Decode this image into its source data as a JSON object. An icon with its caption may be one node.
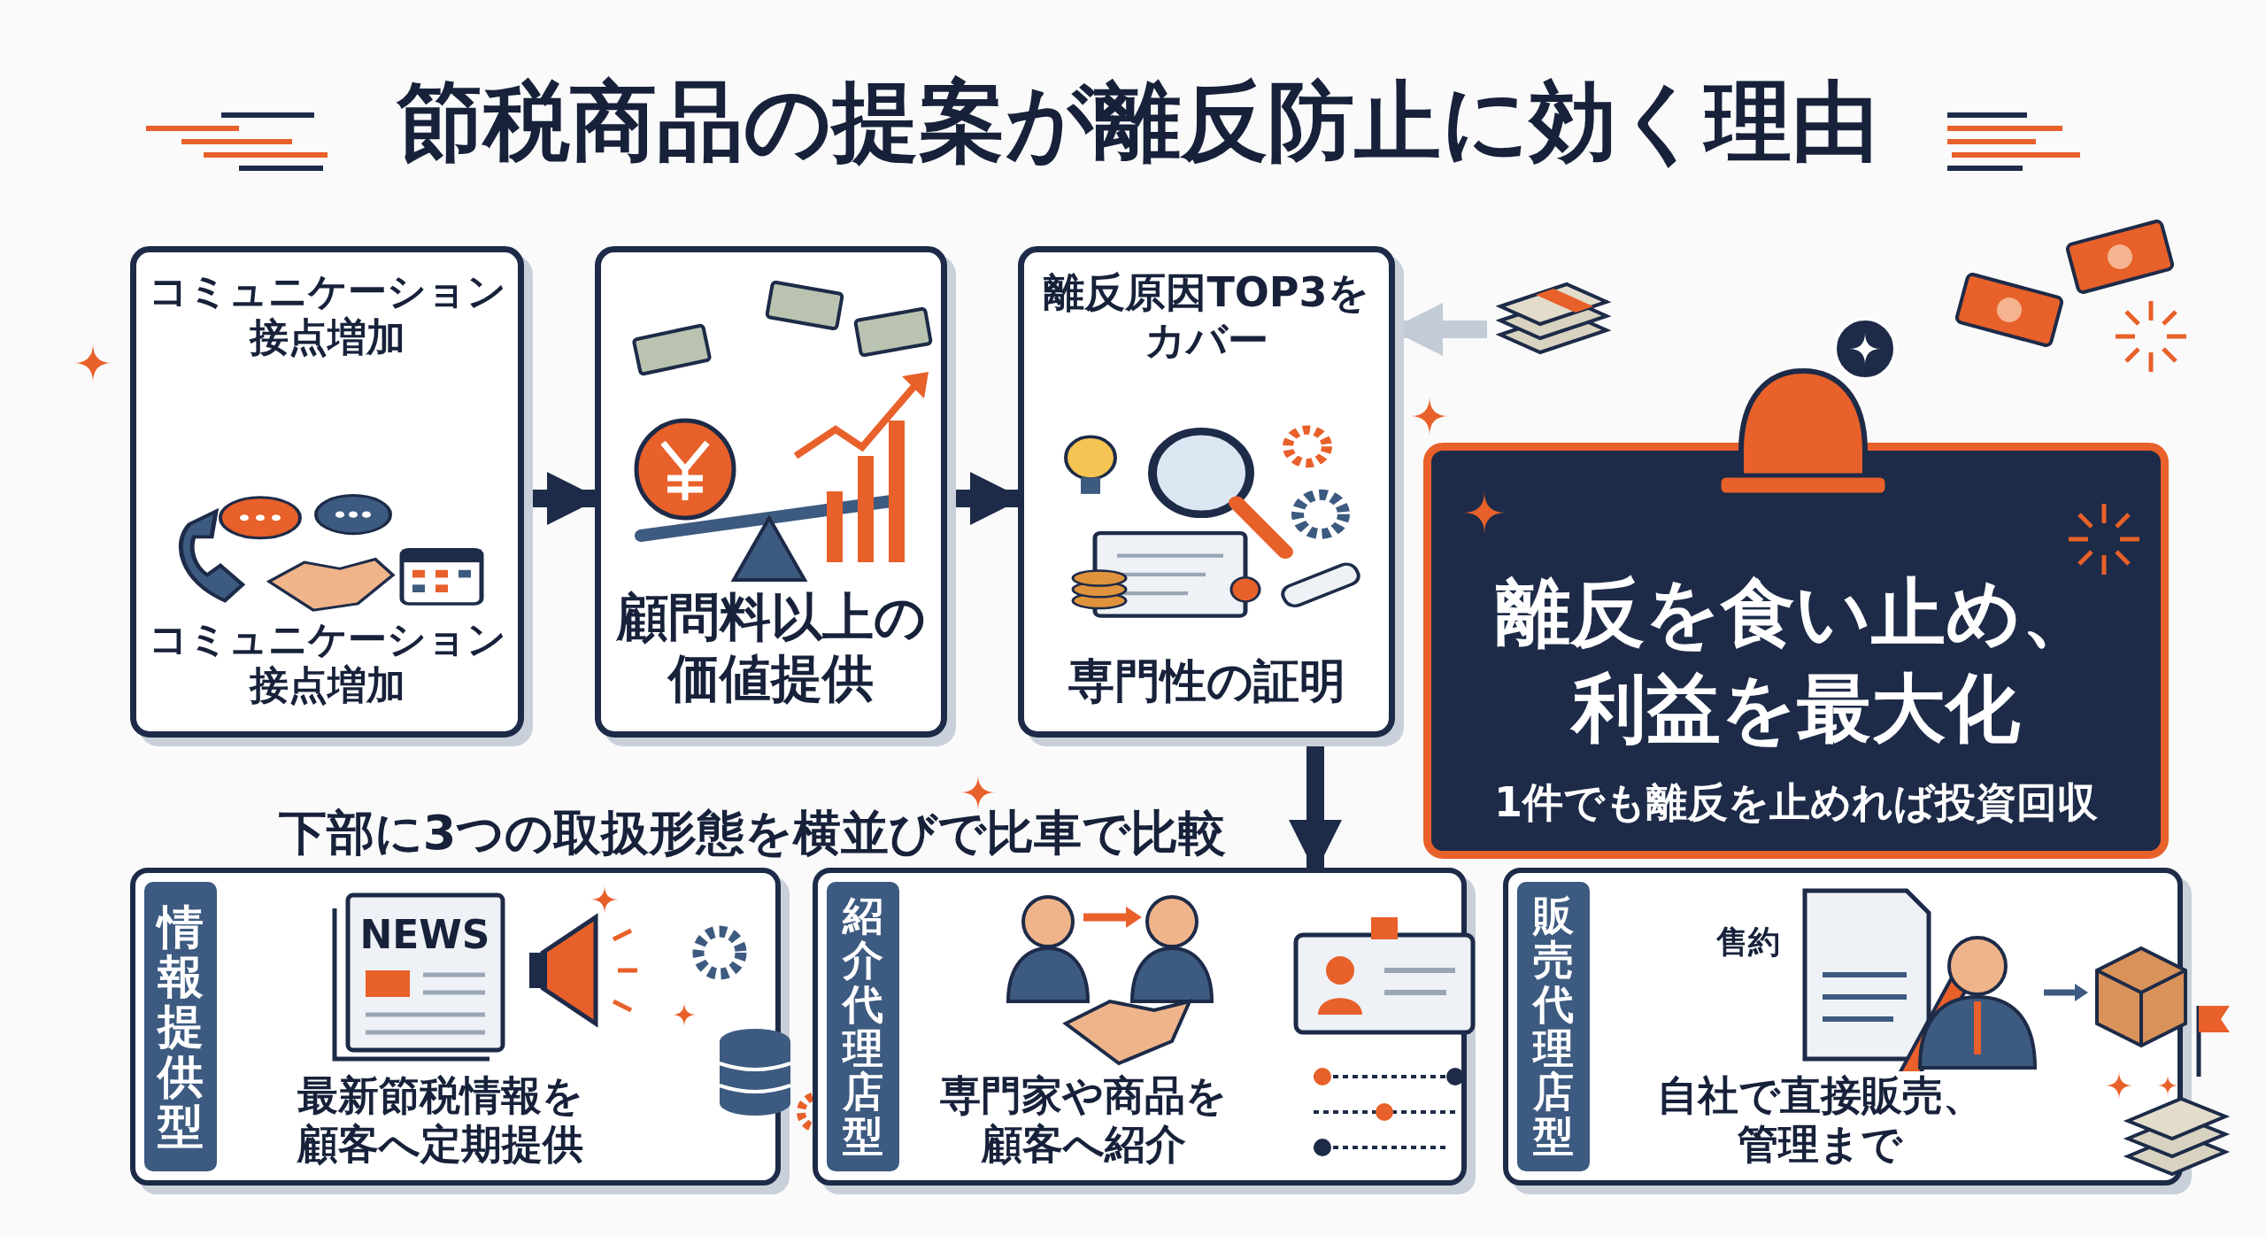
{
  "diagram": {
    "title": "節税商品の提案が離反防止に効く理由",
    "nodes": [
      {
        "text": [
          "コミュニケーション接点増加",
          "コミュニケーション接点増加"
        ]
      },
      {
        "text": [
          "顧問料以上の価値提供"
        ]
      },
      {
        "text": [
          "離反原因TOP3をカバー",
          "専門性の証明"
        ]
      },
      {
        "text": [],
        "shape": "picture"
      },
      {
        "text": [
          "離反を食い止め、利益を最大化",
          "1件でも離反を止めれば投資回収"
        ]
      },
      {
        "text": [
          "情報提供型",
          "最新節税情報を顧客へ定期提供"
        ]
      },
      {
        "text": [
          "紹介代理店型",
          "専門家や商品を顧客へ紹介"
        ]
      },
      {
        "text": [
          "販売代理店型",
          "自社で直接販売、管理まで"
        ]
      }
    ],
    "edges": [
      {
        "from": 0,
        "to": 1,
        "arrow": "to"
      },
      {
        "from": 1,
        "to": 2,
        "arrow": "to"
      },
      {
        "from": 3,
        "to": 2,
        "arrow": "to",
        "color": "#c3ccd6"
      },
      {
        "from": 2,
        "to": 6,
        "arrow": "to"
      }
    ],
    "labels": [
      "下部に3つの取扱形態を横並びで比車で比較",
      "NEWS",
      "售約"
    ]
  }
}
